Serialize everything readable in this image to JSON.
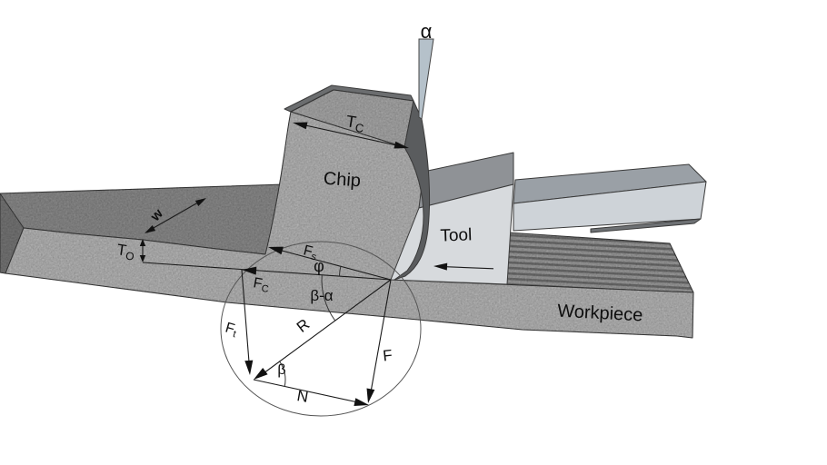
{
  "colors": {
    "background": "#ffffff",
    "face_front": "#b5b5b5",
    "face_top": "#8a8a8a",
    "face_side": "#767676",
    "chip_top": "#a7a7a7",
    "chip_side": "#5a5c5e",
    "chip_back": "#6b6d6f",
    "machined_base": "#9b9b9b",
    "machined_groove": "#6d6d6d",
    "tool_face": "#d7dadd",
    "tool_top": "#8f9296",
    "shank_top": "#9aa0a6",
    "shank_front": "#ced3d8",
    "shank_bottom": "#6e7174",
    "blade": "#b5c1ca",
    "line": "#1a1a1a"
  },
  "diagram": {
    "parts": {
      "chip": "Chip",
      "tool": "Tool",
      "workpiece": "Workpiece"
    },
    "angles": {
      "alpha": "α",
      "phi": "φ",
      "beta": "β",
      "beta_minus_alpha": "β-α"
    },
    "forces": {
      "Fs": {
        "main": "F",
        "sub": "s"
      },
      "Fc": {
        "main": "F",
        "sub": "C"
      },
      "Ft": {
        "main": "F",
        "sub": "t"
      },
      "R": "R",
      "F": "F",
      "N": "N"
    },
    "dimensions": {
      "Tc": {
        "main": "T",
        "sub": "C"
      },
      "To": {
        "main": "T",
        "sub": "O"
      },
      "w": "w"
    }
  }
}
